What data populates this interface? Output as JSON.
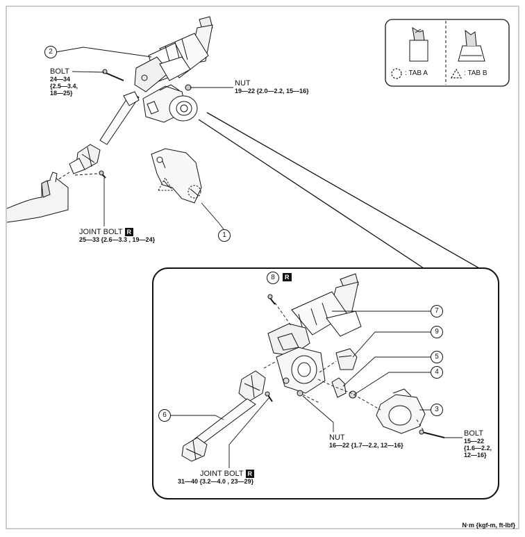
{
  "legend": {
    "tab_a": ": TAB A",
    "tab_b": ": TAB B"
  },
  "callouts": {
    "c1": "1",
    "c2": "2",
    "c3": "3",
    "c4": "4",
    "c5": "5",
    "c6": "6",
    "c7": "7",
    "c8": "8",
    "c9": "9"
  },
  "labels": {
    "bolt_upper": {
      "name": "BOLT",
      "l1": "24—34",
      "l2": "{2.5—3.4,",
      "l3": "18—25}"
    },
    "nut_upper": {
      "name": "NUT",
      "l1": "19—22 {2.0—2.2, 15—16}"
    },
    "joint_bolt_upper": {
      "name": "JOINT BOLT",
      "badge": "R",
      "l1": "25—33 {2.6—3.3 , 19—24}"
    },
    "badge_8": "R",
    "nut_lower": {
      "name": "NUT",
      "l1": "16—22 {1.7—2.2, 12—16}"
    },
    "bolt_lower": {
      "name": "BOLT",
      "l1": "15—22",
      "l2": "{1.6—2.2,",
      "l3": "12—16}"
    },
    "joint_bolt_lower": {
      "name": "JOINT BOLT",
      "badge": "R",
      "l1": "31—40 {3.2—4.0 , 23—29}"
    }
  },
  "unit_note": "N·m {kgf-m, ft-lbf}"
}
